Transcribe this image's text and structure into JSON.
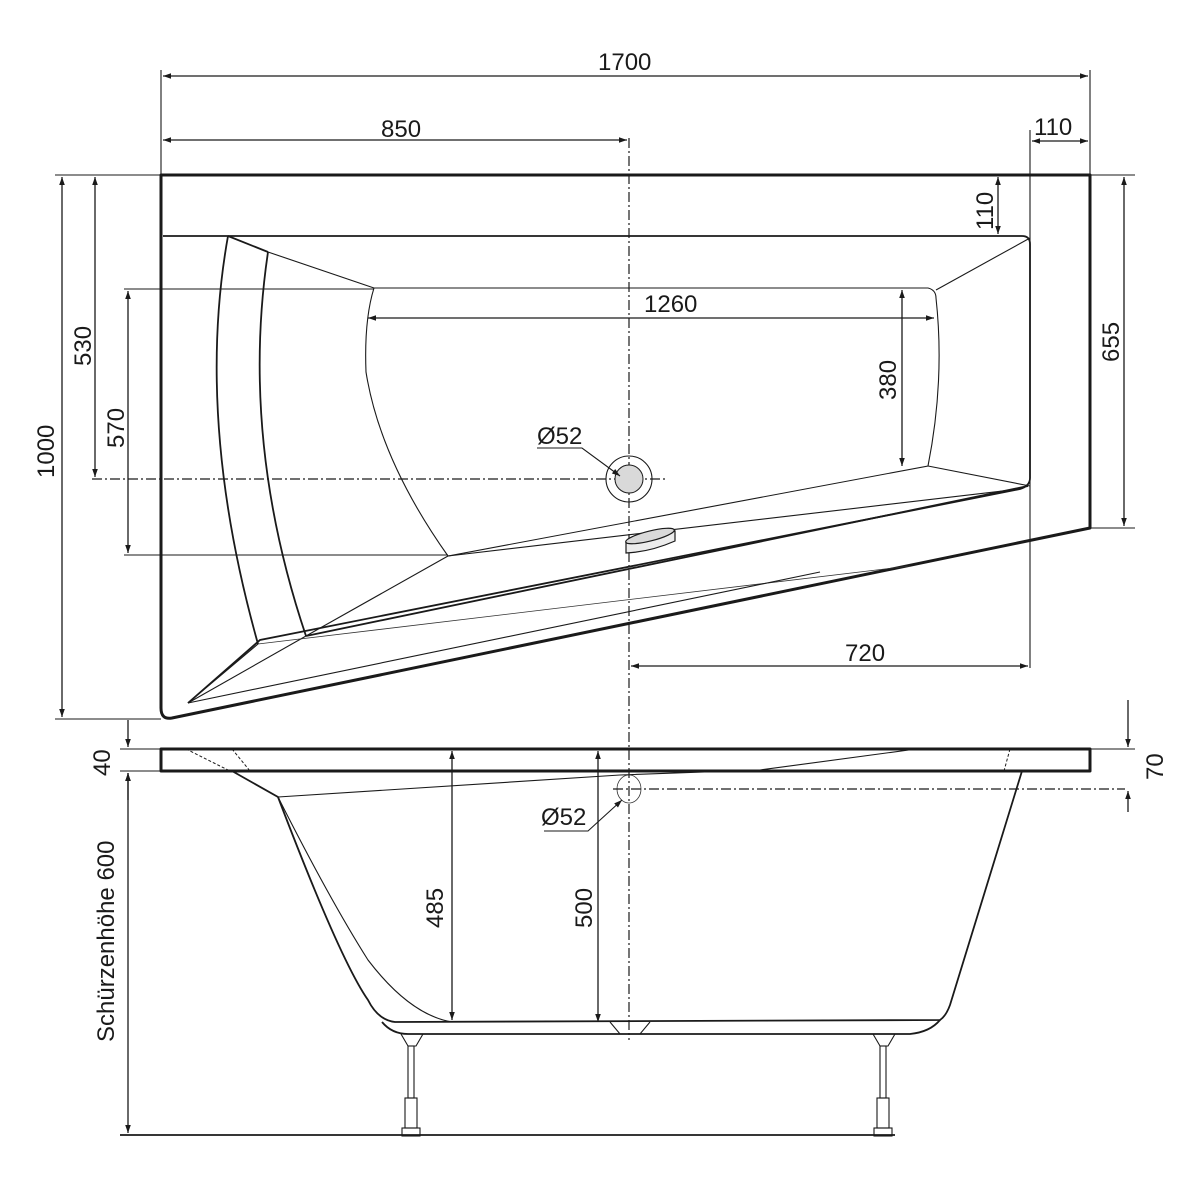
{
  "drawing": {
    "title": "Corner bathtub technical drawing",
    "views": [
      "plan-view",
      "side-elevation"
    ],
    "line_color": "#1a1a1a",
    "drain_fill": "#d9d9d9"
  },
  "plan_view": {
    "dimensions": {
      "overall_length": "1700",
      "center_offset": "850",
      "right_rim_width": "110",
      "right_rim_depth": "110",
      "overall_width": "1000",
      "drain_from_top": "530",
      "inner_width_left": "570",
      "inner_length": "1260",
      "inner_width_right": "380",
      "right_side_depth": "655",
      "drain_to_right_wall": "720"
    },
    "drain_label": "Ø52"
  },
  "side_view": {
    "dimensions": {
      "rim_thickness": "40",
      "overflow_height": "70",
      "depth_back": "485",
      "depth_center": "500"
    },
    "apron_height_label": "Schürzenhöhe 600",
    "overflow_label": "Ø52"
  }
}
